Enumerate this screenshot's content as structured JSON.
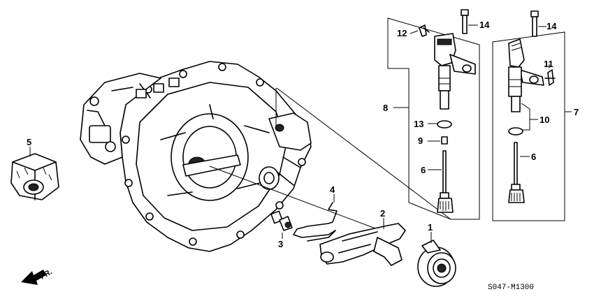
{
  "callouts": {
    "c1": "1",
    "c2": "2",
    "c3": "3",
    "c4": "4",
    "c5": "5",
    "c6a": "6",
    "c6b": "6",
    "c7": "7",
    "c8": "8",
    "c9": "9",
    "c10": "10",
    "c11": "11",
    "c12": "12",
    "c13": "13",
    "c14a": "14",
    "c14b": "14"
  },
  "direction_label": "FR.",
  "diagram_code": "S047-M1300",
  "icons": {
    "direction": "front-arrow-icon"
  }
}
